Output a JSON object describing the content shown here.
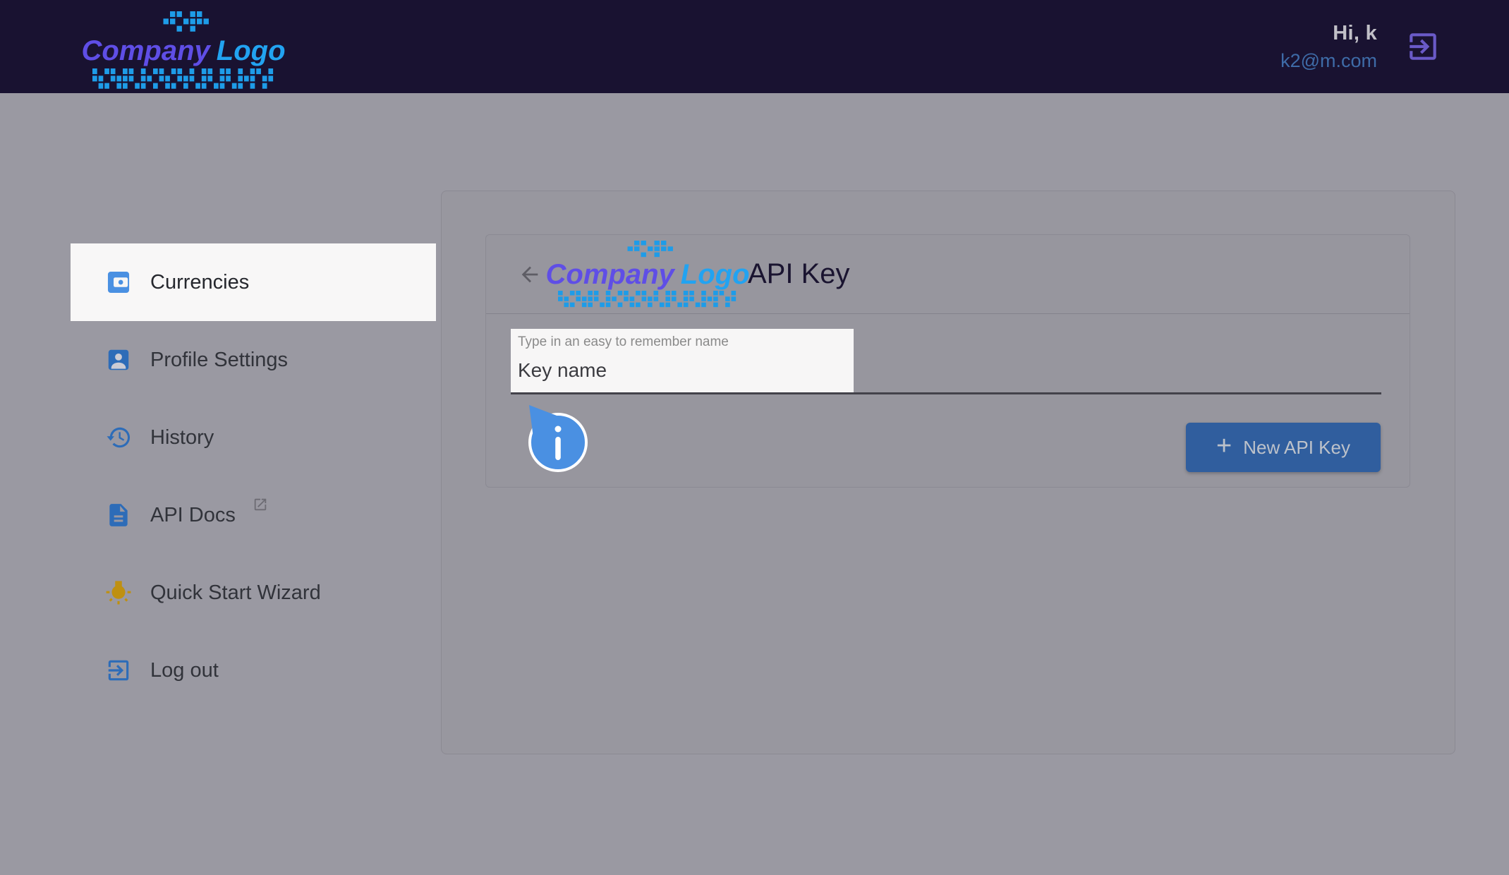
{
  "logo": {
    "part1": "Company",
    "part2": "Logo"
  },
  "header": {
    "greeting": "Hi, k",
    "email": "k2@m.com",
    "logout_icon": "exit-icon"
  },
  "sidebar": {
    "items": [
      {
        "label": "Currencies",
        "icon": "wallet-icon",
        "active": true
      },
      {
        "label": "Profile Settings",
        "icon": "person-icon",
        "active": false
      },
      {
        "label": "History",
        "icon": "history-icon",
        "active": false
      },
      {
        "label": "API Docs",
        "icon": "document-icon",
        "external_icon": "open-in-new-icon",
        "active": false
      },
      {
        "label": "Quick Start Wizard",
        "icon": "lightbulb-icon",
        "active": false
      },
      {
        "label": "Log out",
        "icon": "exit-icon",
        "active": false
      }
    ]
  },
  "card": {
    "title": "API Key",
    "back_icon": "back-arrow-icon",
    "field": {
      "label": "Type in an easy to remember name",
      "value": "Key name"
    },
    "info_icon": "info-icon",
    "button": {
      "plus": "+",
      "label": "New API Key"
    }
  },
  "colors": {
    "header_bg": "#191231",
    "page_dim_gray": "#9a99a2",
    "logo_purple": "#5f4ee6",
    "logo_blue": "#22a3f1",
    "accent_blue": "#4a90e2",
    "icon_blue": "#2d6cb8",
    "wizard_gold": "#bf9010",
    "header_exit_purple": "#6a5ac8",
    "email_blue": "#3e6ba7",
    "button_blue": "#305e9e",
    "info_bubble_blue": "#4a90e2",
    "active_item_bg": "#f8f7f7",
    "field_box_bg": "#f7f6f6"
  }
}
